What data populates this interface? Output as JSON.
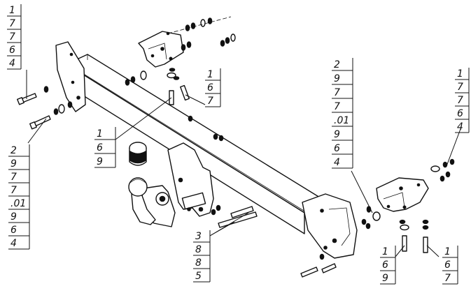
{
  "callouts": [
    {
      "id": "top-left-bolt",
      "items": [
        "1",
        "7",
        "7",
        "6",
        "4"
      ]
    },
    {
      "id": "left-stack",
      "items": [
        "2",
        "9",
        "7",
        "7",
        ".01",
        "9",
        "6",
        "4"
      ]
    },
    {
      "id": "center-left",
      "items": [
        "1",
        "6",
        "9"
      ]
    },
    {
      "id": "top-center",
      "items": [
        "1",
        "6",
        "7"
      ]
    },
    {
      "id": "right-center",
      "items": [
        "2",
        "9",
        "7",
        "7",
        ".01",
        "9",
        "6",
        "4"
      ]
    },
    {
      "id": "far-right",
      "items": [
        "1",
        "7",
        "7",
        "6",
        "4"
      ]
    },
    {
      "id": "bottom-center",
      "items": [
        "3",
        "8",
        "8",
        "5"
      ]
    },
    {
      "id": "bottom-right-1",
      "items": [
        "1",
        "6",
        "9"
      ]
    },
    {
      "id": "bottom-right-2",
      "items": [
        "1",
        "6",
        "7"
      ]
    }
  ]
}
